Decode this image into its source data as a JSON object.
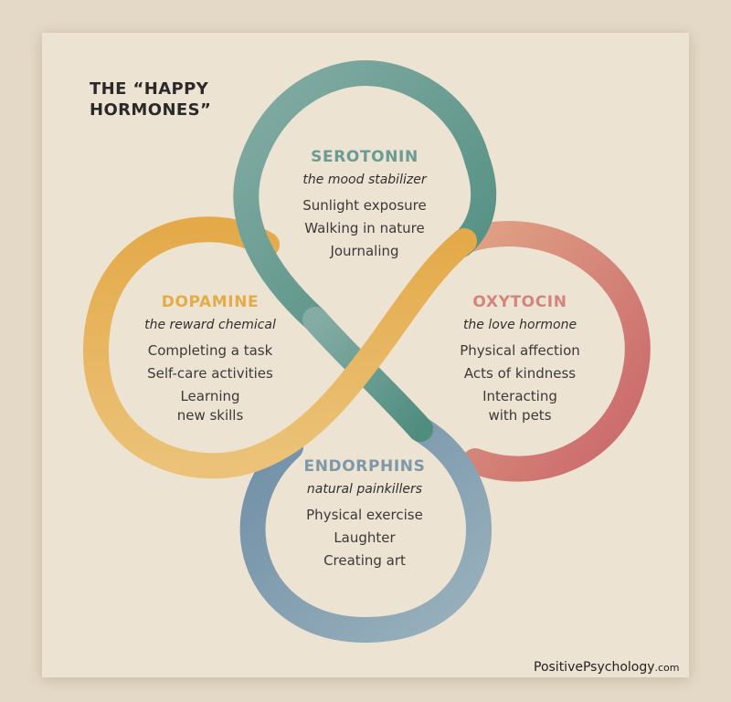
{
  "title": {
    "line1": "THE “HAPPY",
    "line2": "HORMONES”"
  },
  "hormones": {
    "serotonin": {
      "name": "SEROTONIN",
      "tagline": "the mood stabilizer",
      "activities": [
        "Sunlight exposure",
        "Walking in nature",
        "Journaling"
      ]
    },
    "dopamine": {
      "name": "DOPAMINE",
      "tagline": "the reward chemical",
      "activities": [
        "Completing a task",
        "Self-care activities",
        "Learning",
        "new skills"
      ]
    },
    "oxytocin": {
      "name": "OXYTOCIN",
      "tagline": "the love hormone",
      "activities": [
        "Physical affection",
        "Acts of kindness",
        "Interacting",
        "with pets"
      ]
    },
    "endorphins": {
      "name": "ENDORPHINS",
      "tagline": "natural painkillers",
      "activities": [
        "Physical exercise",
        "Laughter",
        "Creating art"
      ]
    }
  },
  "colors": {
    "background": "#e4d9c6",
    "card": "#ede3d2",
    "serotonin": "#6a9c94",
    "dopamine": "#e3ac48",
    "oxytocin": "#d1857f",
    "endorphins": "#7e98a8"
  },
  "footer": {
    "brand": "PositivePsychology",
    "domain": ".com"
  }
}
